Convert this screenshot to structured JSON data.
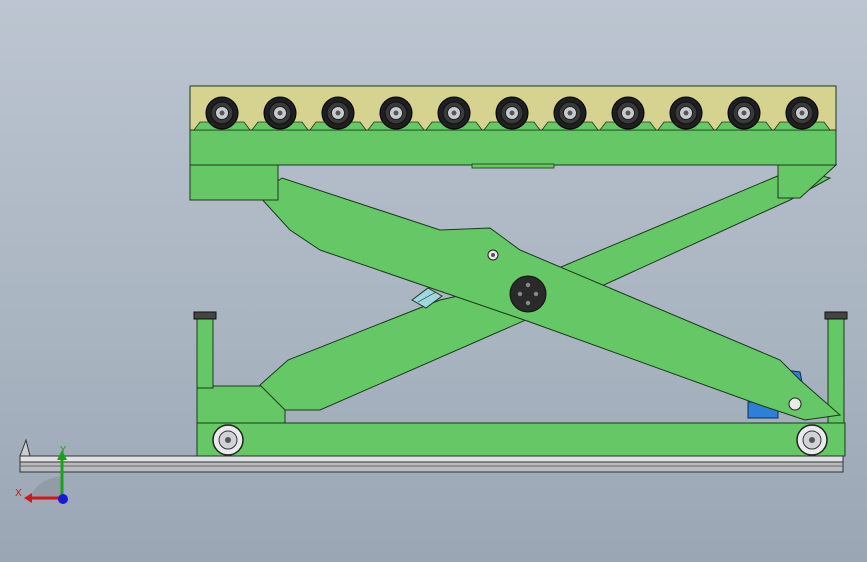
{
  "model": {
    "name": "scissor-lift-roller-table",
    "colors": {
      "background": "#b0bac6",
      "frame": "#66c766",
      "frame_stroke": "#1a3a1a",
      "roller_band": "#d6d391",
      "roller_tire": "#1f1f1f",
      "roller_hub": "#c8ccd0",
      "rail": "#c9cdd1",
      "pivot_dark": "#2a2a2a",
      "hydraulic": "#2f7fd6",
      "cylinder": "#9fd6e0"
    },
    "roller_count": 11,
    "wheel_count": 2
  },
  "triad": {
    "x_label": "X",
    "y_label": "Y",
    "x_color": "#d01818",
    "y_color": "#18a418",
    "z_color": "#1818d8"
  }
}
